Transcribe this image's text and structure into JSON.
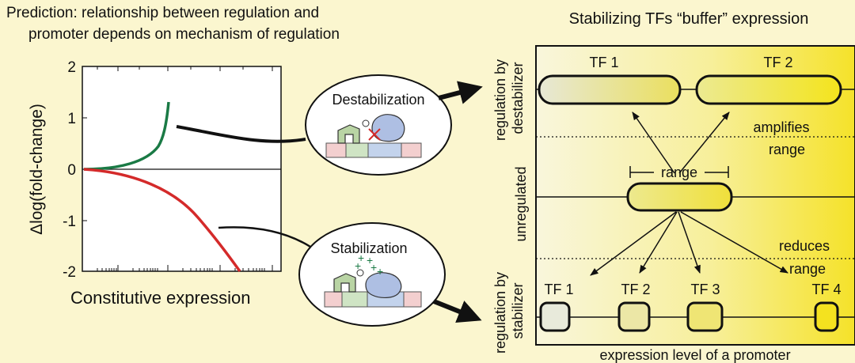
{
  "left_panel": {
    "title_line1": "Prediction: relationship between regulation and",
    "title_line2": "promoter depends on mechanism of regulation",
    "y_axis_label": "Δlog(fold-change)",
    "x_axis_label": "Constitutive expression",
    "y_ticks": [
      "2",
      "1",
      "0",
      "-1",
      "-2"
    ],
    "insets": {
      "destabilization_label": "Destabilization",
      "stabilization_label": "Stabilization",
      "plus_signs": [
        "+",
        "+",
        "+",
        "+",
        "+"
      ]
    }
  },
  "right_panel": {
    "title": "Stabilizing TFs “buffer” expression",
    "x_axis_label": "expression level of a promoter",
    "row_labels": {
      "destabilizer_line1": "regulation by",
      "destabilizer_line2": "destabilizer",
      "unregulated": "unregulated",
      "stabilizer_line1": "regulation by",
      "stabilizer_line2": "stabilizer"
    },
    "top_row": {
      "tf1": "TF 1",
      "tf2": "TF 2"
    },
    "amplifies_line1": "amplifies",
    "amplifies_line2": "range",
    "range_label": "range",
    "reduces_line1": "reduces",
    "reduces_line2": "range",
    "bottom_row": {
      "tf1": "TF 1",
      "tf2": "TF 2",
      "tf3": "TF 3",
      "tf4": "TF 4"
    }
  },
  "colors": {
    "background": "#fbf6cf",
    "destabilization_curve": "#1a7a45",
    "stabilization_curve": "#d42a2a",
    "tf_fill_light": "#e9ebd8",
    "tf_fill_yellow": "#f3e61a"
  }
}
